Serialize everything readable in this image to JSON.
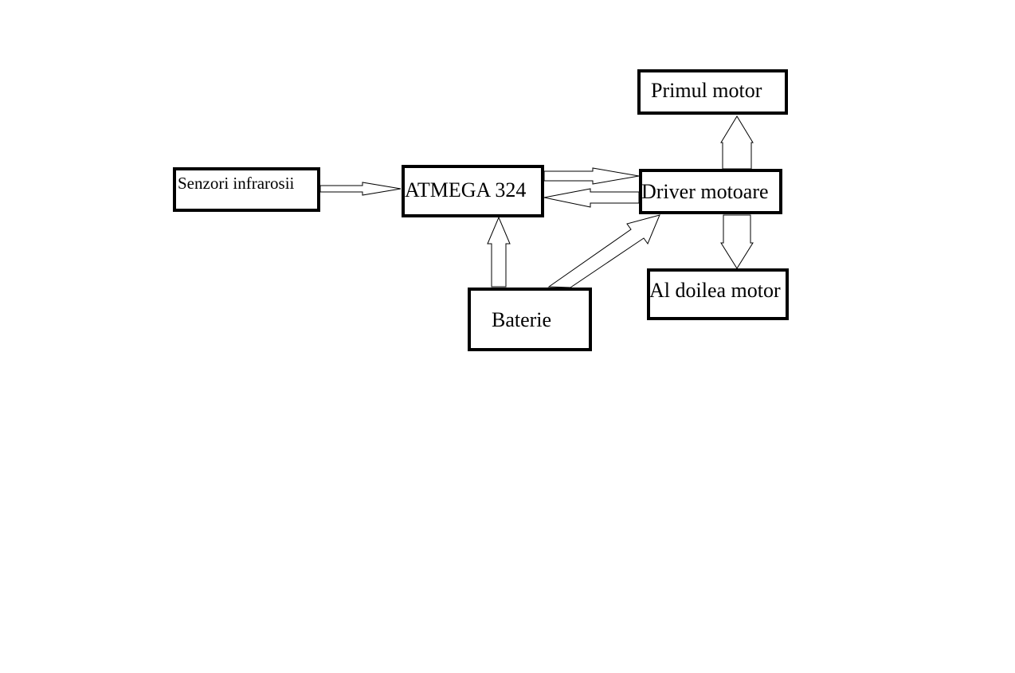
{
  "diagram": {
    "boxes": {
      "senzori": {
        "label": "Senzori infrarosii"
      },
      "atmega": {
        "label": "ATMEGA 324"
      },
      "driver": {
        "label": "Driver motoare"
      },
      "primul": {
        "label": "Primul motor"
      },
      "doilea": {
        "label": "Al doilea motor"
      },
      "baterie": {
        "label": "Baterie"
      }
    },
    "connections": [
      {
        "from": "Senzori infrarosii",
        "to": "ATMEGA 324"
      },
      {
        "from": "ATMEGA 324",
        "to": "Driver motoare"
      },
      {
        "from": "Driver motoare",
        "to": "ATMEGA 324"
      },
      {
        "from": "Driver motoare",
        "to": "Primul motor"
      },
      {
        "from": "Driver motoare",
        "to": "Al doilea motor"
      },
      {
        "from": "Baterie",
        "to": "ATMEGA 324"
      },
      {
        "from": "Baterie",
        "to": "Driver motoare"
      }
    ],
    "colors": {
      "stroke": "#000000",
      "background": "#ffffff",
      "arrow_fill": "#ffffff"
    }
  }
}
